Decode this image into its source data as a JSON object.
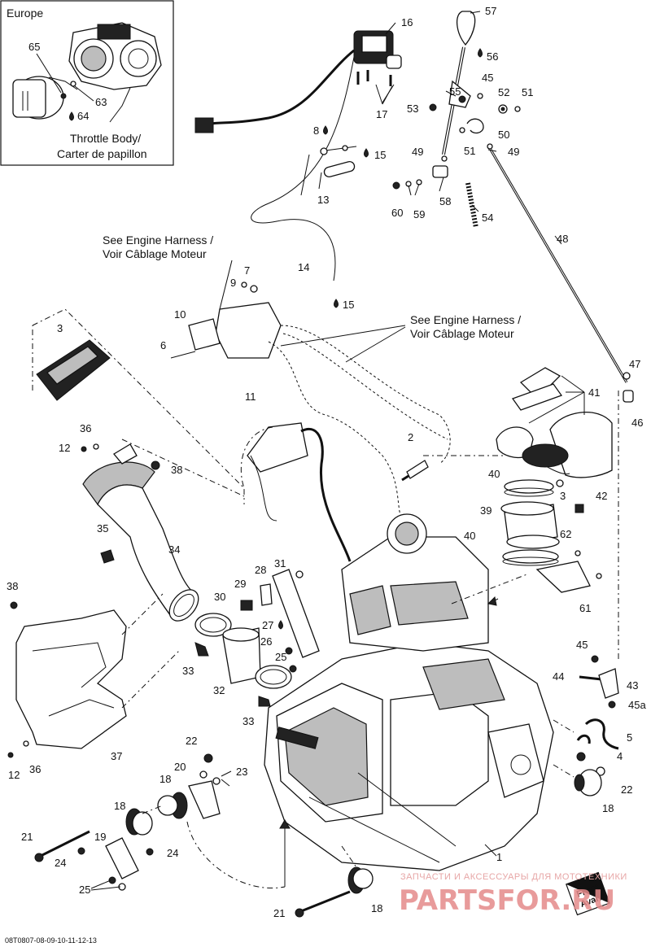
{
  "inset": {
    "region_label": "Europe",
    "caption_line1": "Throttle Body/",
    "caption_line2": "Carter de papillon",
    "callouts": [
      "65",
      "63",
      "64"
    ]
  },
  "notes": {
    "harness_top_line1": "See Engine Harness /",
    "harness_top_line2": "Voir Câblage Moteur",
    "harness_right_line1": "See Engine Harness /",
    "harness_right_line2": "Voir Câblage Moteur",
    "front_line1": "Front",
    "front_line2": "Avant"
  },
  "callouts": [
    {
      "id": "c16",
      "label": "16"
    },
    {
      "id": "c17",
      "label": "17"
    },
    {
      "id": "c57",
      "label": "57"
    },
    {
      "id": "c56",
      "label": "56"
    },
    {
      "id": "c45a_top",
      "label": "45"
    },
    {
      "id": "c55",
      "label": "55"
    },
    {
      "id": "c53",
      "label": "53"
    },
    {
      "id": "c52",
      "label": "52"
    },
    {
      "id": "c51a",
      "label": "51"
    },
    {
      "id": "c50",
      "label": "50"
    },
    {
      "id": "c51b",
      "label": "51"
    },
    {
      "id": "c49a",
      "label": "49"
    },
    {
      "id": "c49b",
      "label": "49"
    },
    {
      "id": "c8",
      "label": "8"
    },
    {
      "id": "c15a",
      "label": "15"
    },
    {
      "id": "c13",
      "label": "13"
    },
    {
      "id": "c60",
      "label": "60"
    },
    {
      "id": "c59",
      "label": "59"
    },
    {
      "id": "c58",
      "label": "58"
    },
    {
      "id": "c54",
      "label": "54"
    },
    {
      "id": "c48",
      "label": "48"
    },
    {
      "id": "c7",
      "label": "7"
    },
    {
      "id": "c9",
      "label": "9"
    },
    {
      "id": "c14",
      "label": "14"
    },
    {
      "id": "c15b",
      "label": "15"
    },
    {
      "id": "c10",
      "label": "10"
    },
    {
      "id": "c3a",
      "label": "3"
    },
    {
      "id": "c6",
      "label": "6"
    },
    {
      "id": "c47",
      "label": "47"
    },
    {
      "id": "c46",
      "label": "46"
    },
    {
      "id": "c41",
      "label": "41"
    },
    {
      "id": "c11",
      "label": "11"
    },
    {
      "id": "c2",
      "label": "2"
    },
    {
      "id": "c36a",
      "label": "36"
    },
    {
      "id": "c12a",
      "label": "12"
    },
    {
      "id": "c38a",
      "label": "38"
    },
    {
      "id": "c40a",
      "label": "40"
    },
    {
      "id": "c3b",
      "label": "3"
    },
    {
      "id": "c42",
      "label": "42"
    },
    {
      "id": "c39",
      "label": "39"
    },
    {
      "id": "c35",
      "label": "35"
    },
    {
      "id": "c34",
      "label": "34"
    },
    {
      "id": "c40b",
      "label": "40"
    },
    {
      "id": "c62",
      "label": "62"
    },
    {
      "id": "c28",
      "label": "28"
    },
    {
      "id": "c31",
      "label": "31"
    },
    {
      "id": "c29",
      "label": "29"
    },
    {
      "id": "c30",
      "label": "30"
    },
    {
      "id": "c61",
      "label": "61"
    },
    {
      "id": "c38b",
      "label": "38"
    },
    {
      "id": "c27",
      "label": "27"
    },
    {
      "id": "c26",
      "label": "26"
    },
    {
      "id": "c25b",
      "label": "25"
    },
    {
      "id": "c45b",
      "label": "45"
    },
    {
      "id": "c33a",
      "label": "33"
    },
    {
      "id": "c44",
      "label": "44"
    },
    {
      "id": "c43",
      "label": "43"
    },
    {
      "id": "c32",
      "label": "32"
    },
    {
      "id": "c45a",
      "label": "45a"
    },
    {
      "id": "c33b",
      "label": "33"
    },
    {
      "id": "c5",
      "label": "5"
    },
    {
      "id": "c4",
      "label": "4"
    },
    {
      "id": "c12b",
      "label": "12"
    },
    {
      "id": "c36b",
      "label": "36"
    },
    {
      "id": "c37",
      "label": "37"
    },
    {
      "id": "c22a",
      "label": "22"
    },
    {
      "id": "c23",
      "label": "23"
    },
    {
      "id": "c20",
      "label": "20"
    },
    {
      "id": "c18a",
      "label": "18"
    },
    {
      "id": "c22b",
      "label": "22"
    },
    {
      "id": "c18b",
      "label": "18"
    },
    {
      "id": "c18c",
      "label": "18"
    },
    {
      "id": "c19",
      "label": "19"
    },
    {
      "id": "c21a",
      "label": "21"
    },
    {
      "id": "c24a",
      "label": "24"
    },
    {
      "id": "c24b",
      "label": "24"
    },
    {
      "id": "c25",
      "label": "25"
    },
    {
      "id": "c1",
      "label": "1"
    },
    {
      "id": "c18d",
      "label": "18"
    },
    {
      "id": "c21b",
      "label": "21"
    }
  ],
  "footer": {
    "figure_code": "08T0807-08-09-10-11-12-13",
    "watermark_small": "ЗАПЧАСТИ И АКСЕССУАРЫ ДЛЯ МОТОТЕХНИКИ",
    "watermark_big": "PARTSFOR.RU"
  },
  "icons": {
    "oil_drop": "oil-drop-icon",
    "engine": "engine-block-icon"
  }
}
